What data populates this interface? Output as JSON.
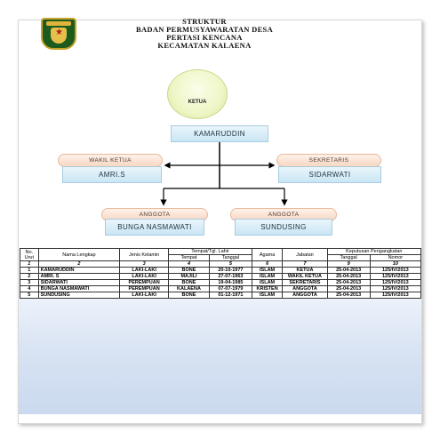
{
  "header": {
    "title_lines": [
      "STRUKTUR",
      "BADAN PERMUSYAWARATAN DESA",
      "PERTASI KENCANA",
      "KECAMATAN KALAENA"
    ]
  },
  "org_chart": {
    "ketua": {
      "role": "KETUA",
      "name": "KAMARUDDIN"
    },
    "wakil_ketua": {
      "role": "WAKIL KETUA",
      "name": "AMRI.S"
    },
    "sekretaris": {
      "role": "SEKRETARIS",
      "name": "SIDARWATI"
    },
    "anggota": [
      {
        "role": "ANGGOTA",
        "name": "BUNGA NASMAWATI"
      },
      {
        "role": "ANGGOTA",
        "name": "SUNDUSING"
      }
    ]
  },
  "table": {
    "headers": {
      "no": "No. Urut",
      "nama": "Nama Lengkap",
      "jenis": "Jenis Kelamin",
      "ttl": "Tempat/Tgl. Lahir",
      "tempat": "Tempat",
      "tanggal": "Tanggal",
      "agama": "Agama",
      "jabatan": "Jabatan",
      "keputusan": "Keputusan Pengangkatan",
      "kep_tanggal": "Tanggal",
      "kep_nomor": "Nomor"
    },
    "column_numbers": [
      "1",
      "2",
      "3",
      "4",
      "5",
      "6",
      "7",
      "9",
      "10"
    ],
    "rows": [
      {
        "no": "1",
        "nama": "KAMARUDDIN",
        "jenis": "LAKI-LAKI",
        "tempat": "BONE",
        "tanggal": "20-10-1977",
        "agama": "ISLAM",
        "jabatan": "KETUA",
        "kep_tanggal": "25-04-2013",
        "kep_nomor": "125/IV/2013"
      },
      {
        "no": "2",
        "nama": "AMRI. S",
        "jenis": "LAKI-LAKI",
        "tempat": "MAJILI",
        "tanggal": "27-07-1963",
        "agama": "ISLAM",
        "jabatan": "WAKIL KETUA",
        "kep_tanggal": "25-04-2013",
        "kep_nomor": "125/IV/2013"
      },
      {
        "no": "3",
        "nama": "SIDARWATI",
        "jenis": "PEREMPUAN",
        "tempat": "BONE",
        "tanggal": "19-04-1985",
        "agama": "ISLAM",
        "jabatan": "SEKRETARIS",
        "kep_tanggal": "25-04-2013",
        "kep_nomor": "125/IV/2013"
      },
      {
        "no": "4",
        "nama": "BUNGA NASMAWATI",
        "jenis": "PEREMPUAN",
        "tempat": "KALAENA",
        "tanggal": "07-07-1979",
        "agama": "KRISTEN",
        "jabatan": "ANGGOTA",
        "kep_tanggal": "25-04-2013",
        "kep_nomor": "125/IV/2013"
      },
      {
        "no": "5",
        "nama": "SUNDUSING",
        "jenis": "LAKI-LAKI",
        "tempat": "BONE",
        "tanggal": "01-12-1971",
        "agama": "ISLAM",
        "jabatan": "ANGGOTA",
        "kep_tanggal": "25-04-2013",
        "kep_nomor": "125/IV/2013"
      }
    ]
  }
}
